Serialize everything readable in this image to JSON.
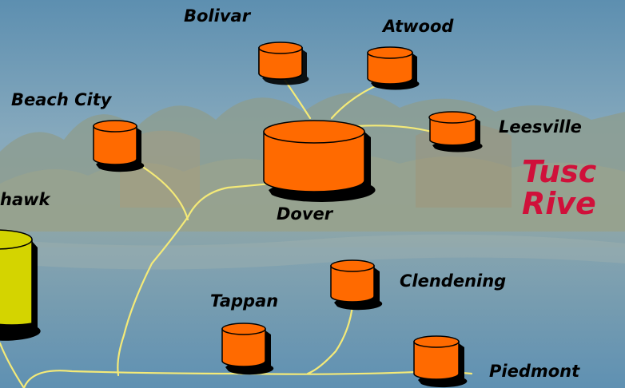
{
  "colors": {
    "reservoir_fill": "#ff6a00",
    "reservoir_outline": "#000000",
    "highlight_fill": "#d4d400",
    "river_line": "#f4ea78",
    "title_color": "#d0103a",
    "sky": "#6f99b3"
  },
  "title": {
    "line1": "Tusc",
    "line2": "Rive"
  },
  "reservoirs": {
    "bolivar": "Bolivar",
    "atwood": "Atwood",
    "beach_city": "Beach City",
    "leesville": "Leesville",
    "dover": "Dover",
    "mohawk": "hawk",
    "clendening": "Clendening",
    "tappan": "Tappan",
    "piedmont": "Piedmont"
  }
}
